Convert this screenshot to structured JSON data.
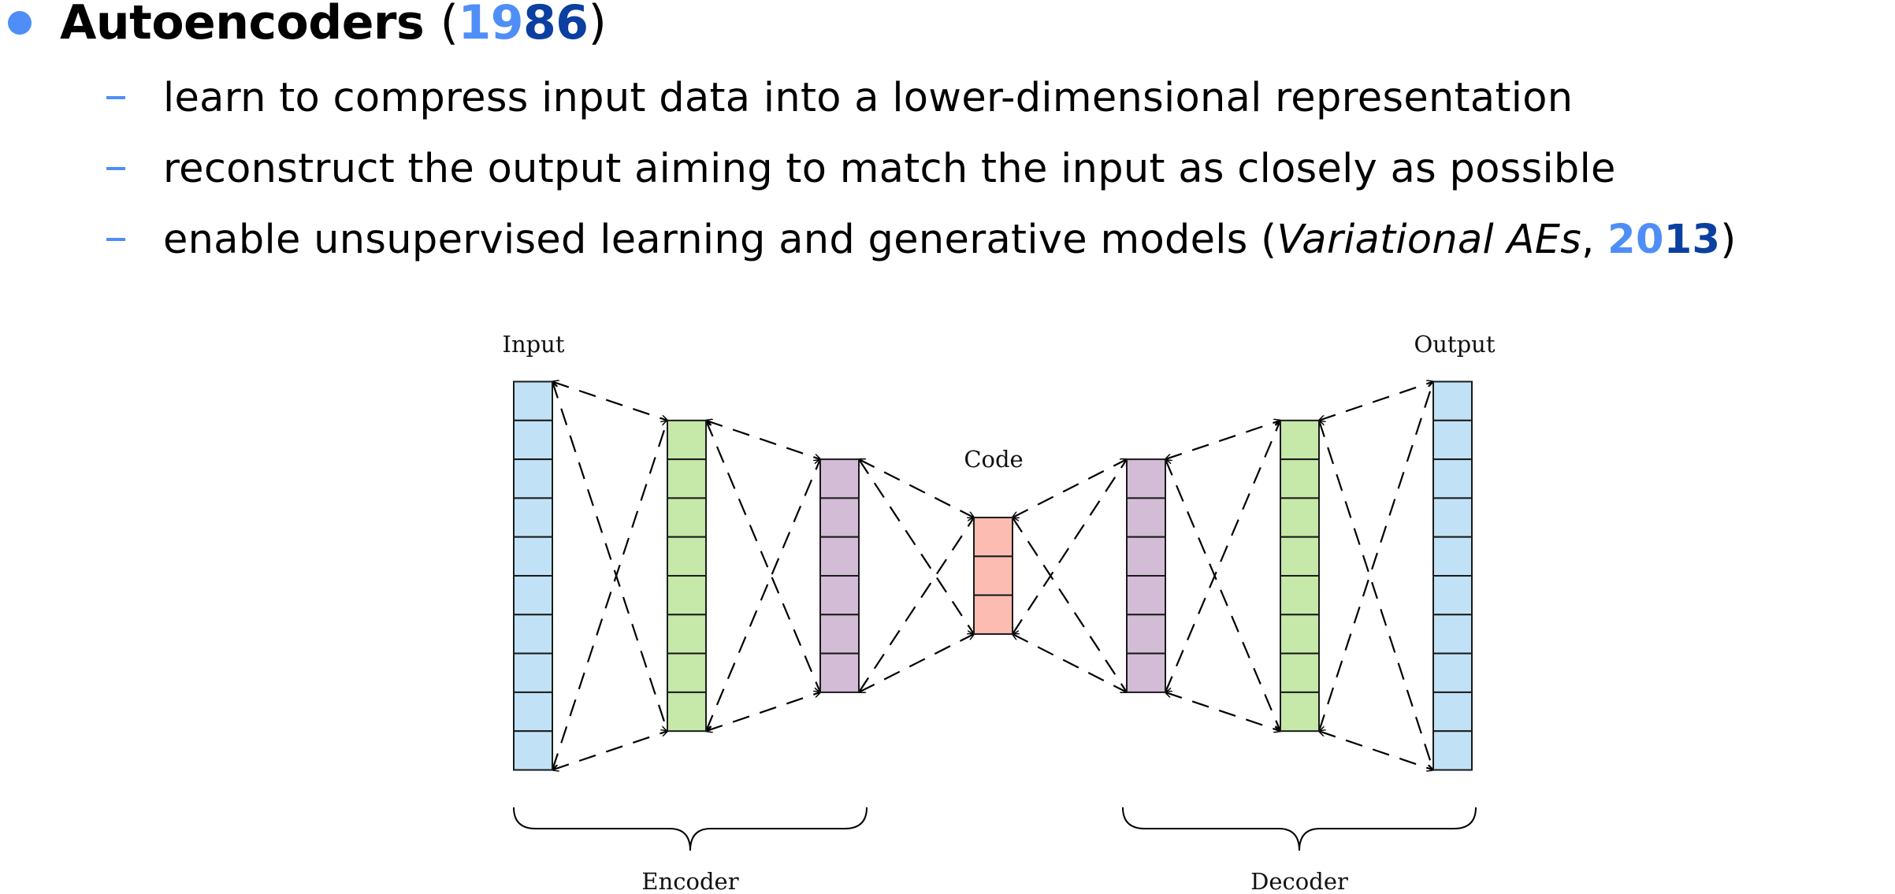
{
  "heading": {
    "title": "Autoencoders",
    "year_open": "(",
    "year_part_a": "19",
    "year_part_b": "86",
    "year_close": ")",
    "bullet_icon": "filled-circle",
    "accent_light": "#4f8ef7",
    "accent_dark": "#0b3fa0"
  },
  "points": [
    {
      "text": "learn to compress input data into a lower-dimensional representation"
    },
    {
      "text": "reconstruct the output aiming to match the input as closely as possible"
    },
    {
      "text_before": "enable unsupervised learning and generative models (",
      "italic": "Variational AEs",
      "comma": ", ",
      "year_part_a": "20",
      "year_part_b": "13",
      "text_after": ")"
    }
  ],
  "diagram": {
    "labels": {
      "input": "Input",
      "output": "Output",
      "code": "Code",
      "encoder": "Encoder",
      "decoder": "Decoder"
    },
    "layers": [
      {
        "name": "input",
        "units": 10,
        "color": "#c1e2f6"
      },
      {
        "name": "encoder-hidden-1",
        "units": 8,
        "color": "#c6e8a8"
      },
      {
        "name": "encoder-hidden-2",
        "units": 6,
        "color": "#d3bcd6"
      },
      {
        "name": "code",
        "units": 3,
        "color": "#fdbcb1"
      },
      {
        "name": "decoder-hidden-1",
        "units": 6,
        "color": "#d3bcd6"
      },
      {
        "name": "decoder-hidden-2",
        "units": 8,
        "color": "#c6e8a8"
      },
      {
        "name": "output",
        "units": 10,
        "color": "#c1e2f6"
      }
    ],
    "connection_style": "dashed-arrows"
  }
}
